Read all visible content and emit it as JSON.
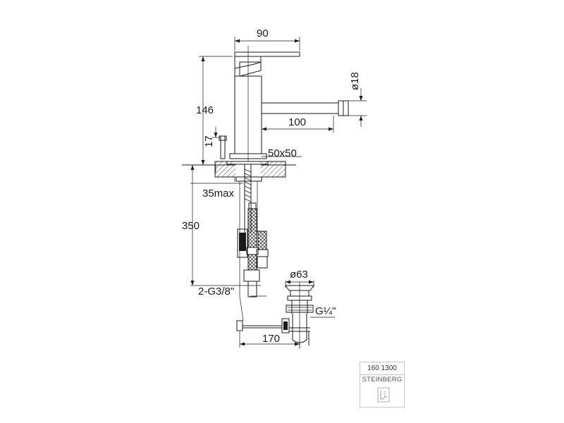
{
  "drawing": {
    "dimensions": {
      "width_top": "90",
      "height_body": "146",
      "diameter_spout": "ø18",
      "spout_length": "100",
      "lever_height": "17",
      "base_size": "50x50",
      "max_thickness": "35max",
      "hose_length": "350",
      "connection": "2-G3/8\"",
      "waste_diameter": "ø63",
      "waste_thread": "G¼\"",
      "rod_length": "170"
    }
  },
  "stamp": {
    "code": "160 1300",
    "brand": "STEINBERG",
    "logo_icon": "steinberg-logo-icon"
  }
}
